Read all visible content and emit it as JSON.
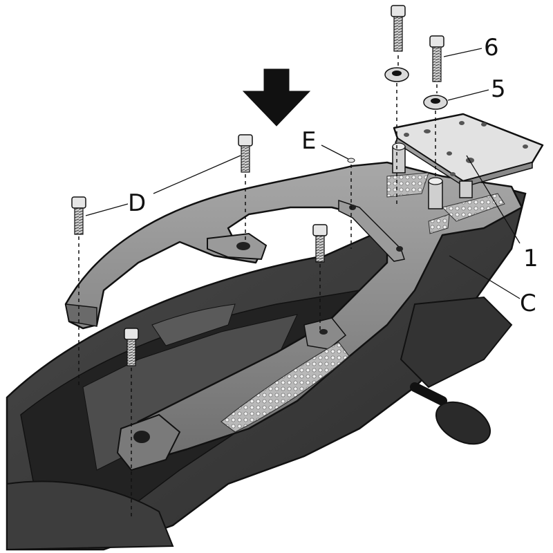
{
  "callouts": {
    "d": "D",
    "e": "E",
    "six": "6",
    "five": "5",
    "one": "1",
    "c": "C"
  },
  "colors": {
    "outline": "#1a1a1a",
    "rack": "#8c8c8c",
    "rack_dark": "#5e5e5e",
    "body": "#3a3a3a",
    "body_light": "#6b6b6b",
    "plate": "#d8d8d8",
    "arrow": "#111111"
  },
  "icons": {
    "direction": "down-arrow-icon"
  }
}
